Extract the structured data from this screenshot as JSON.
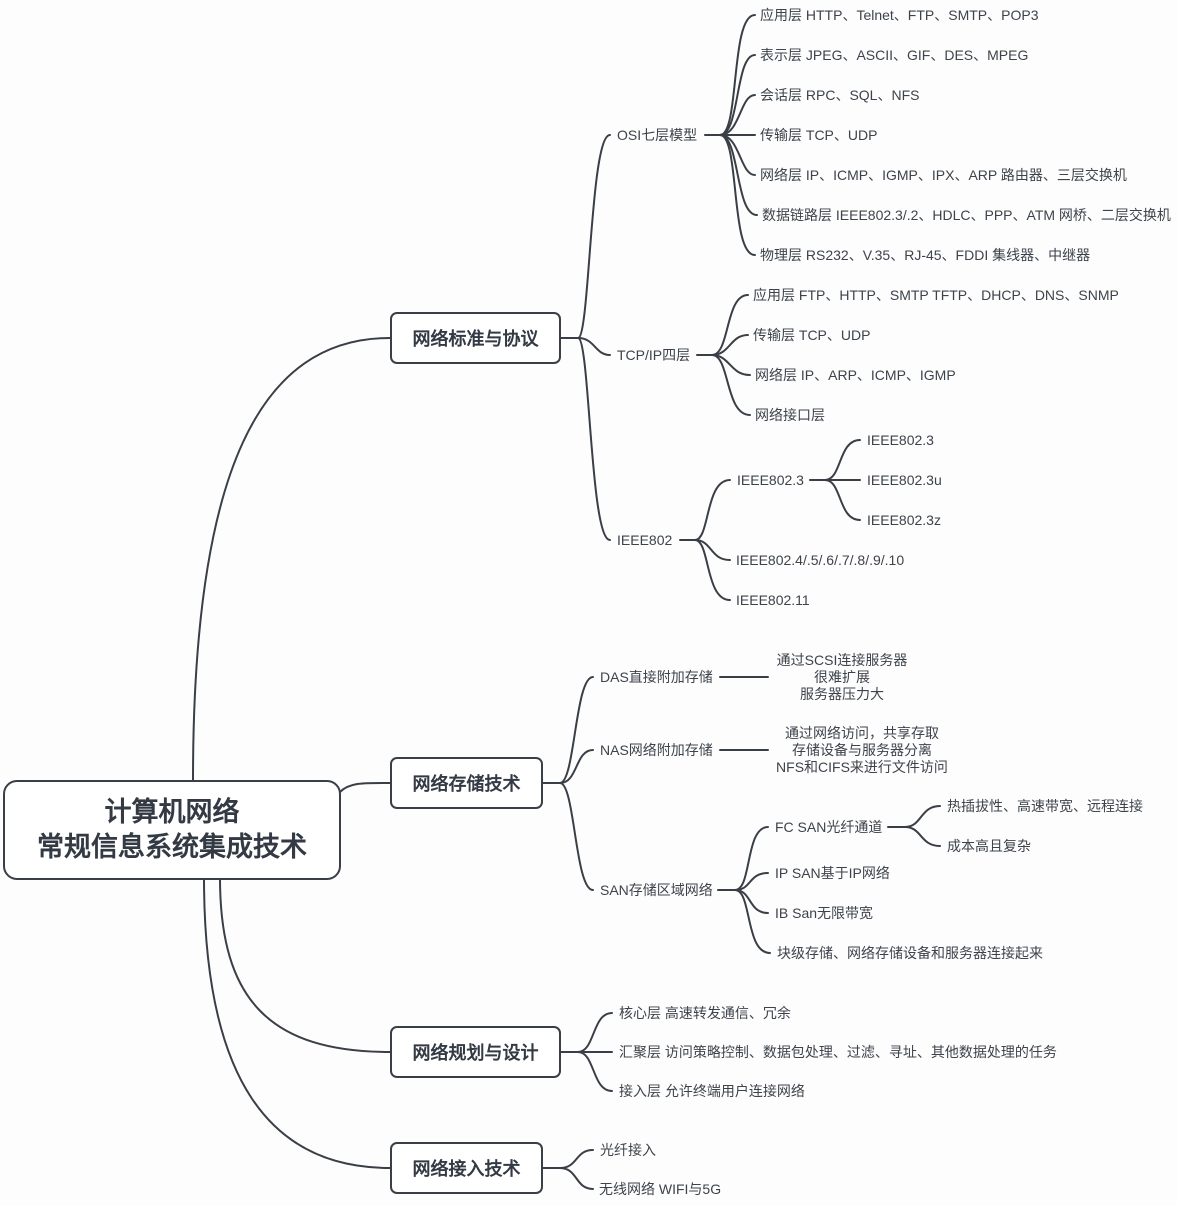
{
  "root": {
    "line1": "计算机网络",
    "line2": "常规信息系统集成技术"
  },
  "branches": {
    "standards": {
      "label": "网络标准与协议",
      "osi": {
        "label": "OSI七层模型",
        "items": [
          "应用层 HTTP、Telnet、FTP、SMTP、POP3",
          "表示层 JPEG、ASCII、GIF、DES、MPEG",
          "会话层 RPC、SQL、NFS",
          "传输层 TCP、UDP",
          "网络层 IP、ICMP、IGMP、IPX、ARP 路由器、三层交换机",
          "数据链路层 IEEE802.3/.2、HDLC、PPP、ATM 网桥、二层交换机",
          "物理层 RS232、V.35、RJ-45、FDDI 集线器、中继器"
        ]
      },
      "tcpip": {
        "label": "TCP/IP四层",
        "items": [
          "应用层 FTP、HTTP、SMTP TFTP、DHCP、DNS、SNMP",
          "传输层 TCP、UDP",
          "网络层 IP、ARP、ICMP、IGMP",
          "网络接口层"
        ]
      },
      "ieee": {
        "label": "IEEE802",
        "sub": {
          "label": "IEEE802.3",
          "items": [
            "IEEE802.3",
            "IEEE802.3u",
            "IEEE802.3z"
          ]
        },
        "items": [
          "IEEE802.4/.5/.6/.7/.8/.9/.10",
          "IEEE802.11"
        ]
      }
    },
    "storage": {
      "label": "网络存储技术",
      "das": {
        "label": "DAS直接附加存储",
        "lines": [
          "通过SCSI连接服务器",
          "很难扩展",
          "服务器压力大"
        ]
      },
      "nas": {
        "label": "NAS网络附加存储",
        "lines": [
          "通过网络访问，共享存取",
          "存储设备与服务器分离",
          "NFS和CIFS来进行文件访问"
        ]
      },
      "san": {
        "label": "SAN存储区域网络",
        "fc": {
          "label": "FC SAN光纤通道",
          "items": [
            "热插拔性、高速带宽、远程连接",
            "成本高且复杂"
          ]
        },
        "items": [
          "IP SAN基于IP网络",
          "IB San无限带宽",
          "块级存储、网络存储设备和服务器连接起来"
        ]
      }
    },
    "planning": {
      "label": "网络规划与设计",
      "items": [
        "核心层 高速转发通信、冗余",
        "汇聚层 访问策略控制、数据包处理、过滤、寻址、其他数据处理的任务",
        "接入层 允许终端用户连接网络"
      ]
    },
    "access": {
      "label": "网络接入技术",
      "items": [
        "光纤接入",
        "无线网络 WIFI与5G"
      ]
    }
  },
  "colors": {
    "line": "#3a3f47",
    "text": "#3d434b",
    "box_border": "#3a3f47",
    "background": "#fdfdfd"
  }
}
